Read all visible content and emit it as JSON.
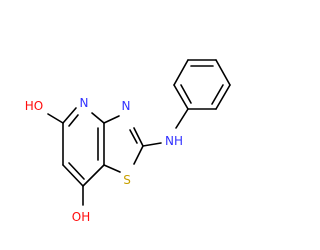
{
  "molecule": {
    "atoms": {
      "pyridine_n": "N",
      "thiazole_n": "N",
      "sulfur": "S",
      "amine": "NH",
      "hydroxyl_5": "HO",
      "hydroxyl_7": "OH"
    },
    "colors": {
      "bond": "#000000",
      "nitrogen": "#3232ff",
      "oxygen": "#ff0d0d",
      "sulfur": "#c8a000"
    }
  }
}
